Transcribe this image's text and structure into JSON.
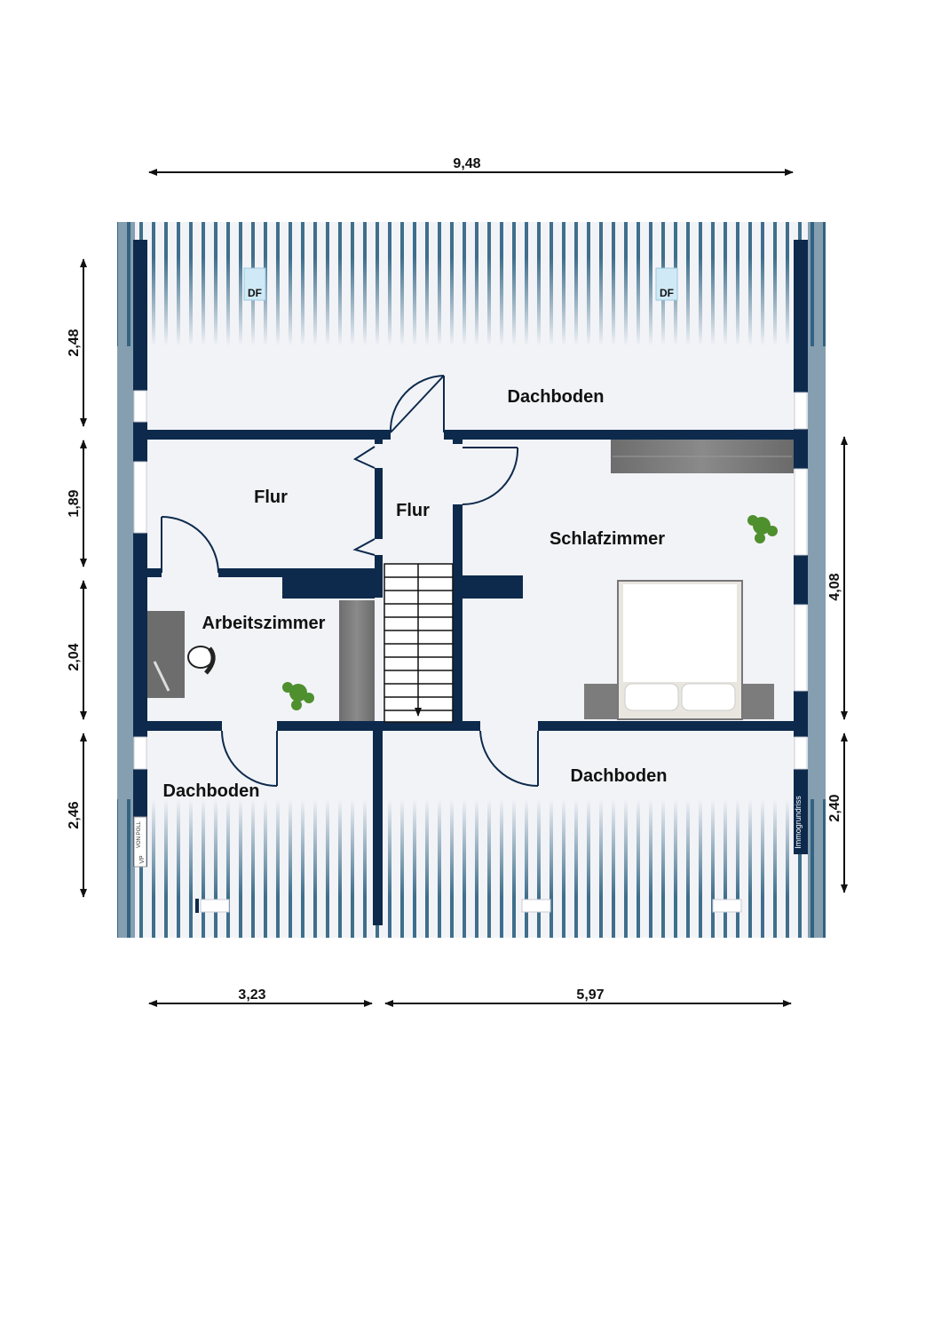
{
  "rooms": {
    "dachboden_top": "Dachboden",
    "flur_left": "Flur",
    "flur_center": "Flur",
    "schlafzimmer": "Schlafzimmer",
    "arbeitszimmer": "Arbeitszimmer",
    "dachboden_bottom_left": "Dachboden",
    "dachboden_bottom_right": "Dachboden"
  },
  "windows": {
    "skylight_left": "DF",
    "skylight_right": "DF"
  },
  "dimensions": {
    "top_width": "9,48",
    "bottom_left": "3,23",
    "bottom_right": "5,97",
    "left_1": "2,48",
    "left_2": "1,89",
    "left_3": "2,04",
    "left_4": "2,46",
    "right_1": "4,08",
    "right_2": "2,40"
  },
  "branding": {
    "credit_right": "Immogrundriss",
    "logo_text": "VON POLL",
    "logo_mark": "VP"
  },
  "colors": {
    "wall": "#0d2a4c",
    "floor": "#f2f3f7",
    "roof_stripe": "#2b5a78",
    "furniture_grey": "#777777"
  }
}
